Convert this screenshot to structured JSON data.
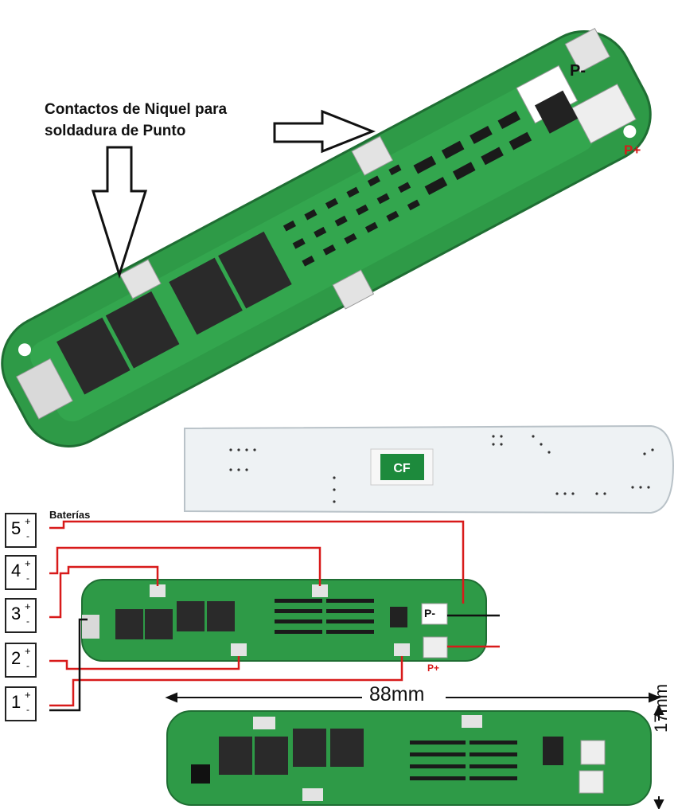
{
  "callout": {
    "line1": "Contactos de Niquel para",
    "line2": "soldadura de Punto"
  },
  "top_board": {
    "p_minus": "P-",
    "p_plus": "P+"
  },
  "wiring": {
    "title": "Baterías",
    "cells": [
      {
        "number": "5",
        "plus": "+",
        "minus": "-"
      },
      {
        "number": "4",
        "plus": "+",
        "minus": "-"
      },
      {
        "number": "3",
        "plus": "+",
        "minus": "-"
      },
      {
        "number": "2",
        "plus": "+",
        "minus": "-"
      },
      {
        "number": "1",
        "plus": "+",
        "minus": "-"
      }
    ],
    "p_minus": "P-",
    "p_plus": "P+"
  },
  "dimensions": {
    "length": "88mm",
    "width": "17mm"
  },
  "colors": {
    "pcb": "#2e9a47",
    "pcb_dark": "#1f7a35",
    "pad": "#d9d9d9",
    "wire_red": "#d81a1a",
    "wire_black": "#111111"
  }
}
